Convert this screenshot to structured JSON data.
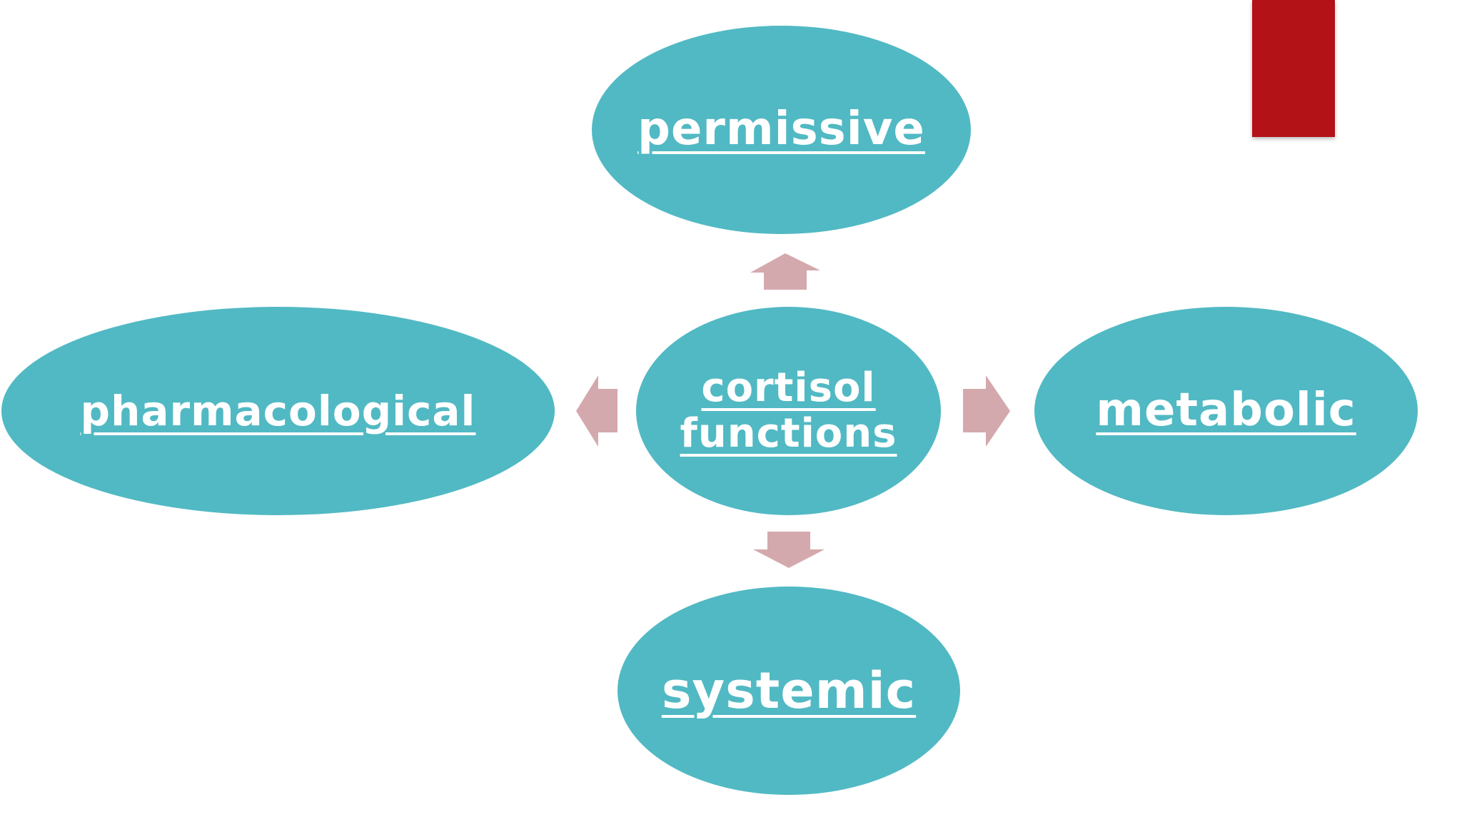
{
  "diagram": {
    "center": {
      "label_line1": "cortisol",
      "label_line2": "functions"
    },
    "nodes": {
      "top": "permissive",
      "left": "pharmacological",
      "right": "metabolic",
      "bottom": "systemic"
    }
  },
  "colors": {
    "node_fill": "#51b9c3",
    "arrow_fill": "#d4a9ad",
    "accent_bar": "#b31217",
    "text": "#ffffff"
  }
}
